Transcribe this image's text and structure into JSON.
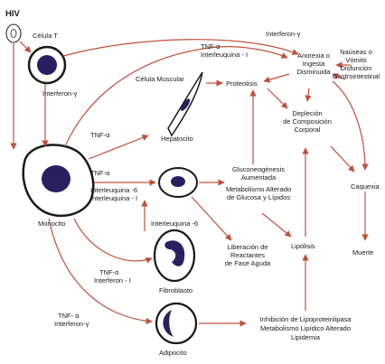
{
  "colors": {
    "arrow": "#c0503a",
    "cell_outline": "#1a1a1a",
    "nucleus": "#2a2060"
  },
  "labels": {
    "hiv": "HIV",
    "celula_t": "Célula T",
    "interferon_gamma_top": "Interferon-γ",
    "tnf_il1_top_1": "TNF-α",
    "tnf_il1_top_2": "Interleuquina - I",
    "interferon_gamma_left": "Interferon-γ",
    "celula_muscular": "Célula Muscular",
    "proteolisis": "Proteolisis",
    "anorexia_1": "Anorexia o",
    "anorexia_2": "Ingesta",
    "anorexia_3": "Disminuida",
    "nauseas_1": "Naúseas o",
    "nauseas_2": "Vómito",
    "nauseas_3": "Disfunción",
    "nauseas_4": "Gastrointestinal",
    "tnf_hepatocito": "TNF-α",
    "hepatocito": "Hepatocito",
    "deplecion_1": "Depleción",
    "deplecion_2": "de Composición",
    "deplecion_3": "Corporal",
    "tnf_mid": "TNF-α",
    "il6_mid": "Interleuquina -6",
    "il1_mid": "Interleuquina - I",
    "gluco_1": "Gluconeogénesis",
    "gluco_2": "Aumentada",
    "gluco_3": "Metabolismo  Alterado",
    "gluco_4": "de Glucosa y Lípidos",
    "caquexia": "Caquexia",
    "monocito": "Monocito",
    "il6_fibro": "Interleuquina -6",
    "liberacion_1": "Liberación de",
    "liberacion_2": "Reactantes",
    "liberacion_3": "de Fase Aguda",
    "lipolisis": "Lipólisis",
    "tnf_fibro_1": "TNF-α",
    "tnf_fibro_2": "Interferon - I",
    "fibroblasto": "Fibroblasto",
    "muerte": "Muerte",
    "tnf_adipo_1": "TNF- α",
    "tnf_adipo_2": "Interferon-γ",
    "adipocito": "Adipocito",
    "inhib_1": "Inhibición de Lipoproteinlipasa",
    "inhib_2": "Metabolismo Lipídico Alterado",
    "inhib_3": "Lipidemia"
  }
}
